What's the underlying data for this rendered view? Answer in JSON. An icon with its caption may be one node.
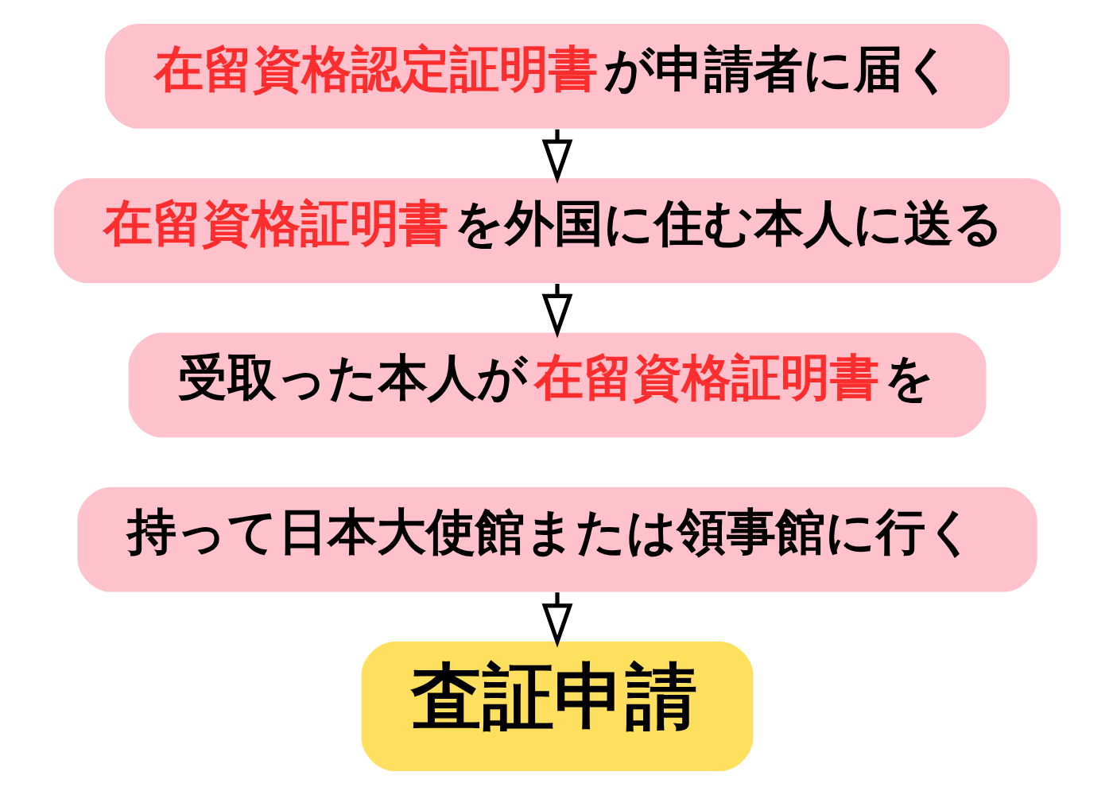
{
  "diagram": {
    "nodes": [
      {
        "text": [
          "**在留資格認定証明書**が申請者に届く"
        ]
      },
      {
        "text": [
          "**在留資格証明書**を外国に住む本人に送る"
        ]
      },
      {
        "text": [
          "受取った本人が**在留資格証明書**を"
        ]
      },
      {
        "text": [
          "持って日本大使館または領事館に行く"
        ]
      },
      {
        "text": [
          "査証申請"
        ]
      }
    ],
    "edges": [
      {
        "from": 0,
        "to": 1,
        "arrow": "to"
      },
      {
        "from": 1,
        "to": 2,
        "arrow": "to"
      },
      {
        "from": 3,
        "to": 4,
        "arrow": "to"
      }
    ]
  }
}
